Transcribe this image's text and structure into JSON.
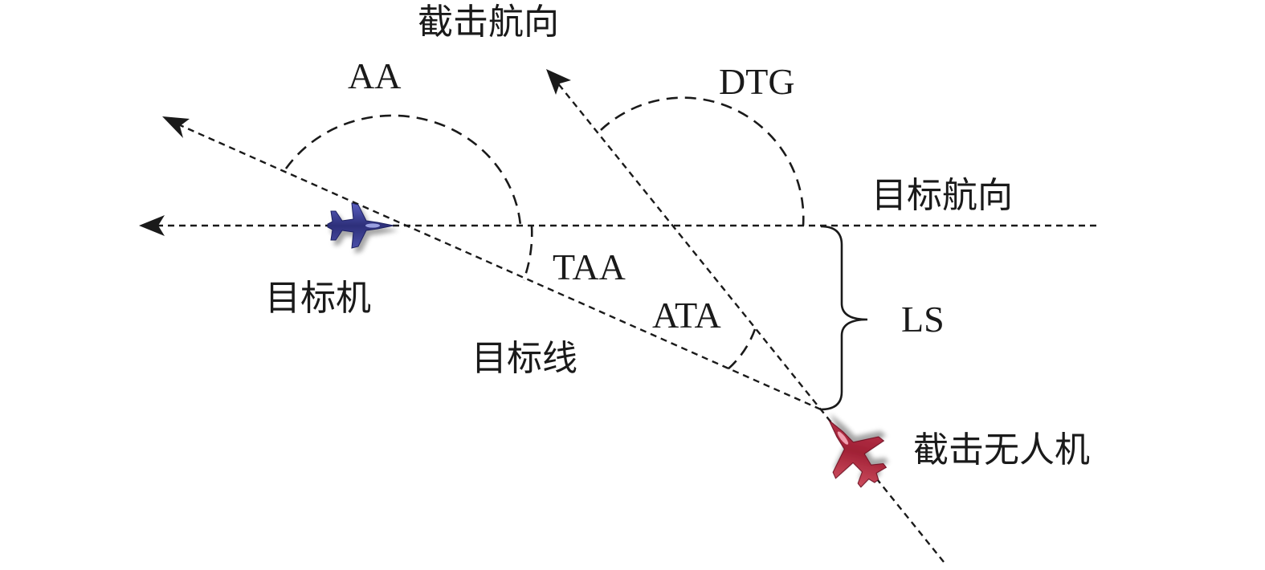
{
  "labels": {
    "intercept_heading": "截击航向",
    "aa": "AA",
    "dtg": "DTG",
    "target_heading": "目标航向",
    "taa": "TAA",
    "target_aircraft": "目标机",
    "ata": "ATA",
    "ls": "LS",
    "target_line": "目标线",
    "intercept_uav": "截击无人机"
  },
  "colors": {
    "line": "#1a1a1a",
    "target_aircraft": "#3a3d8f",
    "intercept_uav": "#b8324a"
  },
  "icons": {
    "target_aircraft": "fighter-jet-icon",
    "intercept_uav": "uav-jet-icon"
  }
}
